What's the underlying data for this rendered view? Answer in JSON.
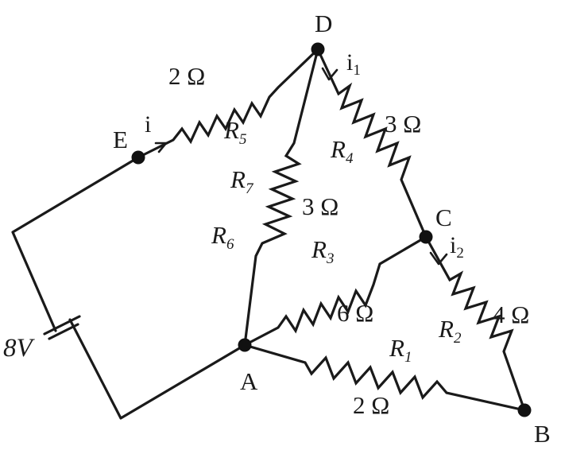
{
  "nodes": {
    "A": "A",
    "B": "B",
    "C": "C",
    "D": "D",
    "E": "E"
  },
  "source": {
    "label": "8V"
  },
  "resistors": {
    "r1": {
      "name": "R",
      "sub": "1",
      "value": "2 Ω"
    },
    "r2": {
      "name": "R",
      "sub": "2",
      "value": "4 Ω"
    },
    "r3": {
      "name": "R",
      "sub": "3",
      "value": "6 Ω"
    },
    "r4": {
      "name": "R",
      "sub": "4",
      "value": "3 Ω"
    },
    "r5": {
      "name": "R",
      "sub": "5",
      "value": "2 Ω"
    },
    "r6": {
      "name": "R",
      "sub": "6"
    },
    "r7": {
      "name": "R",
      "sub": "7",
      "value": "3 Ω"
    }
  },
  "currents": {
    "i": {
      "name": "i"
    },
    "i1": {
      "name": "i",
      "sub": "1"
    },
    "i2": {
      "name": "i",
      "sub": "2"
    }
  }
}
